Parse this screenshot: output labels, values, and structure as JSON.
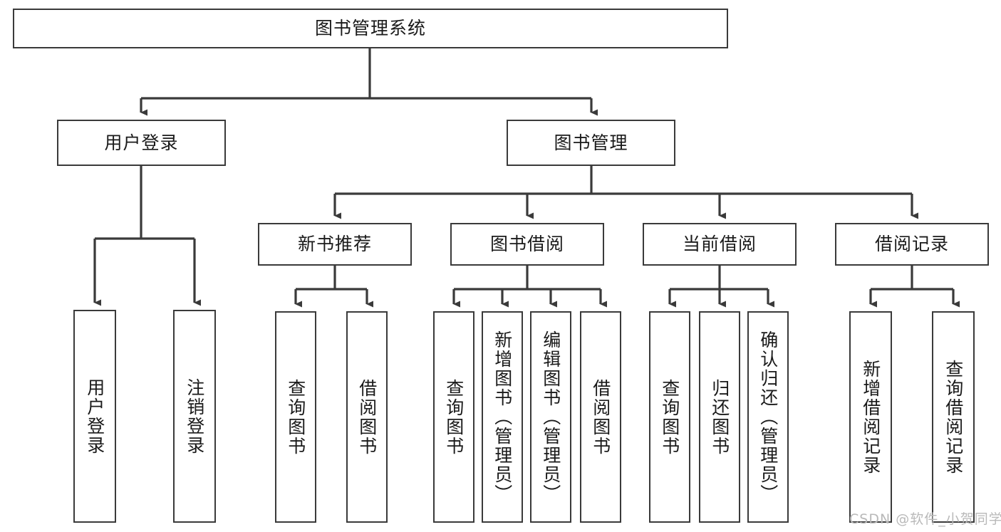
{
  "diagram": {
    "title": "图书管理系统",
    "type": "hierarchy-tree",
    "colors": {
      "box_border": "#3a3a3a",
      "box_fill": "#ffffff",
      "edge": "#3a3a3a",
      "text": "#1a1a1a",
      "watermark": "#b9b9b9",
      "background": "#ffffff"
    }
  },
  "watermark": {
    "text": "CSDN @软件_小贺同学"
  },
  "nodes": {
    "root": {
      "label": "图书管理系统"
    },
    "level2": [
      {
        "id": "user-login",
        "label": "用户登录"
      },
      {
        "id": "book-management",
        "label": "图书管理"
      }
    ],
    "level3": [
      {
        "id": "new-book-recommend",
        "label": "新书推荐"
      },
      {
        "id": "book-borrow",
        "label": "图书借阅"
      },
      {
        "id": "current-borrow",
        "label": "当前借阅"
      },
      {
        "id": "borrow-record",
        "label": "借阅记录"
      }
    ],
    "leaves": [
      {
        "id": "leaf-user-login",
        "label": "用户登录",
        "parent": "user-login"
      },
      {
        "id": "leaf-user-logout",
        "label": "注销登录",
        "parent": "user-login"
      },
      {
        "id": "leaf-query-book-1",
        "label": "查询图书",
        "parent": "new-book-recommend"
      },
      {
        "id": "leaf-borrow-book-1",
        "label": "借阅图书",
        "parent": "new-book-recommend"
      },
      {
        "id": "leaf-query-book-2",
        "label": "查询图书",
        "parent": "book-borrow"
      },
      {
        "id": "leaf-add-book",
        "label": "新增图书（管理员）",
        "parent": "book-borrow"
      },
      {
        "id": "leaf-edit-book",
        "label": "编辑图书（管理员）",
        "parent": "book-borrow"
      },
      {
        "id": "leaf-borrow-book-2",
        "label": "借阅图书",
        "parent": "book-borrow"
      },
      {
        "id": "leaf-query-book-3",
        "label": "查询图书",
        "parent": "current-borrow"
      },
      {
        "id": "leaf-return-book",
        "label": "归还图书",
        "parent": "current-borrow"
      },
      {
        "id": "leaf-confirm-return",
        "label": "确认归还（管理员）",
        "parent": "current-borrow"
      },
      {
        "id": "leaf-add-record",
        "label": "新增借阅记录",
        "parent": "borrow-record"
      },
      {
        "id": "leaf-query-record",
        "label": "查询借阅记录",
        "parent": "borrow-record"
      }
    ]
  }
}
